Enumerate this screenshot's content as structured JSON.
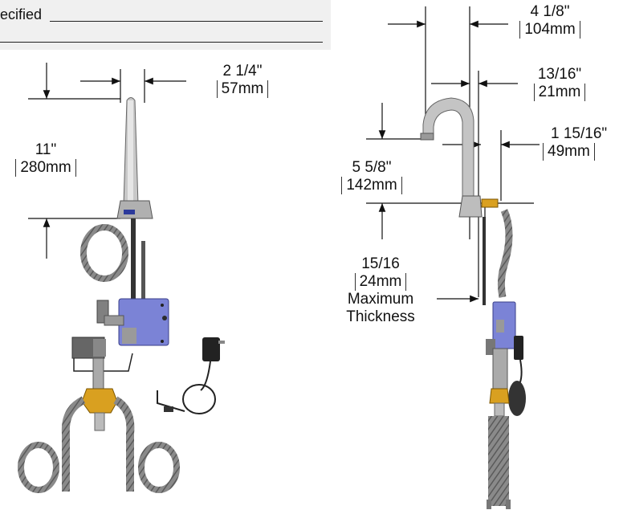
{
  "header": {
    "specified_label": "ecified"
  },
  "left_view": {
    "spout_width": {
      "imperial": "2 1/4\"",
      "metric": "57mm"
    },
    "spout_height": {
      "imperial": "11\"",
      "metric": "280mm"
    }
  },
  "right_view": {
    "spout_reach": {
      "imperial": "4 1/8\"",
      "metric": "104mm"
    },
    "spout_diameter": {
      "imperial": "13/16\"",
      "metric": "21mm"
    },
    "base_depth": {
      "imperial": "1 15/16\"",
      "metric": "49mm"
    },
    "spout_rise": {
      "imperial": "5 5/8\"",
      "metric": "142mm"
    },
    "max_thickness": {
      "imperial": "15/16",
      "metric": "24mm",
      "line1": "Maximum",
      "line2": "Thickness"
    }
  }
}
